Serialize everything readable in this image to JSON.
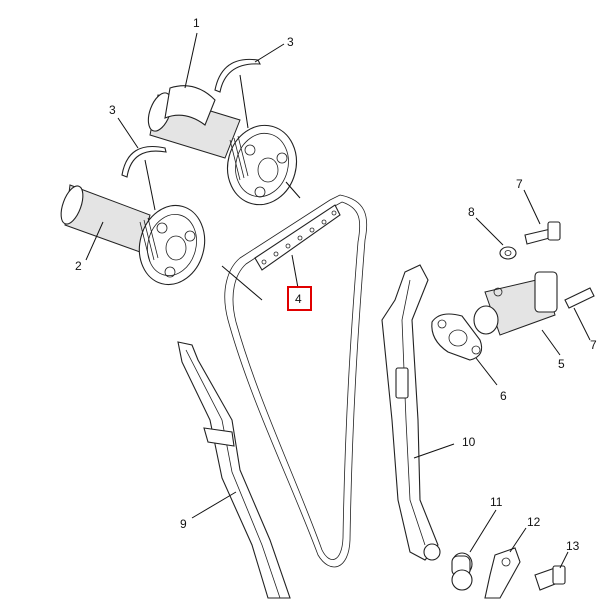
{
  "diagram": {
    "highlight_color": "#e00000",
    "parts": [
      {
        "id": "p1",
        "number": "1",
        "name": "camshaft-exhaust"
      },
      {
        "id": "p2",
        "number": "2",
        "name": "camshaft-intake"
      },
      {
        "id": "p3a",
        "number": "3",
        "name": "camshaft-clip-upper"
      },
      {
        "id": "p3b",
        "number": "3",
        "name": "camshaft-clip-lower"
      },
      {
        "id": "p4",
        "number": "4",
        "name": "cam-chain",
        "highlighted": true
      },
      {
        "id": "p5",
        "number": "5",
        "name": "chain-tensioner"
      },
      {
        "id": "p6",
        "number": "6",
        "name": "tensioner-gasket"
      },
      {
        "id": "p7a",
        "number": "7",
        "name": "bolt-upper"
      },
      {
        "id": "p7b",
        "number": "7",
        "name": "bolt-right"
      },
      {
        "id": "p8",
        "number": "8",
        "name": "washer"
      },
      {
        "id": "p9",
        "number": "9",
        "name": "chain-guide-intake"
      },
      {
        "id": "p10",
        "number": "10",
        "name": "chain-guide-exhaust"
      },
      {
        "id": "p11",
        "number": "11",
        "name": "collar"
      },
      {
        "id": "p12",
        "number": "12",
        "name": "guide-stopper"
      },
      {
        "id": "p13",
        "number": "13",
        "name": "bolt-stopper"
      }
    ]
  }
}
